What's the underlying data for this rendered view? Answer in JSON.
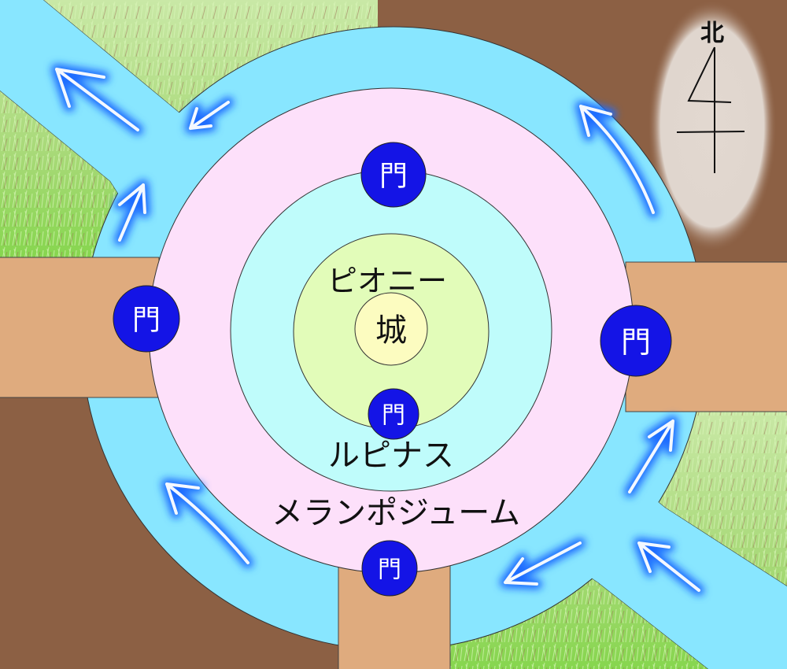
{
  "compass": {
    "label": "北",
    "direction": "north"
  },
  "areas": {
    "castle": "城",
    "inner_ring": "ピオニー",
    "middle_ring": "ルピナス",
    "outer_ring": "メランポジューム"
  },
  "gates": {
    "top": "門",
    "left": "門",
    "right": "門",
    "inner": "門",
    "bottom": "門"
  },
  "colors": {
    "river": "#88e6ff",
    "outer_ring": "#fde0fa",
    "middle_ring": "#bffcfb",
    "inner_ring": "#e2fcb9",
    "castle": "#fcfcc0",
    "gate": "#1414e6",
    "road": "#dfab7e",
    "ground": "#8c6044",
    "grass": "#a7d977"
  }
}
